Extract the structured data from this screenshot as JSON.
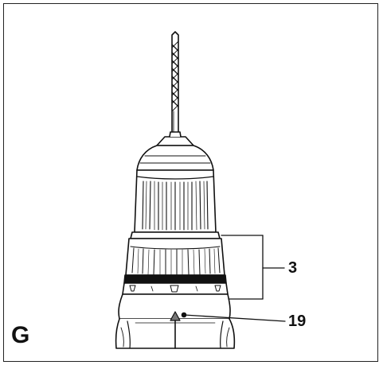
{
  "figure": {
    "letter": "G",
    "callouts": [
      {
        "number": "3"
      },
      {
        "number": "19"
      }
    ]
  },
  "colors": {
    "line": "#111111",
    "background": "#ffffff"
  }
}
